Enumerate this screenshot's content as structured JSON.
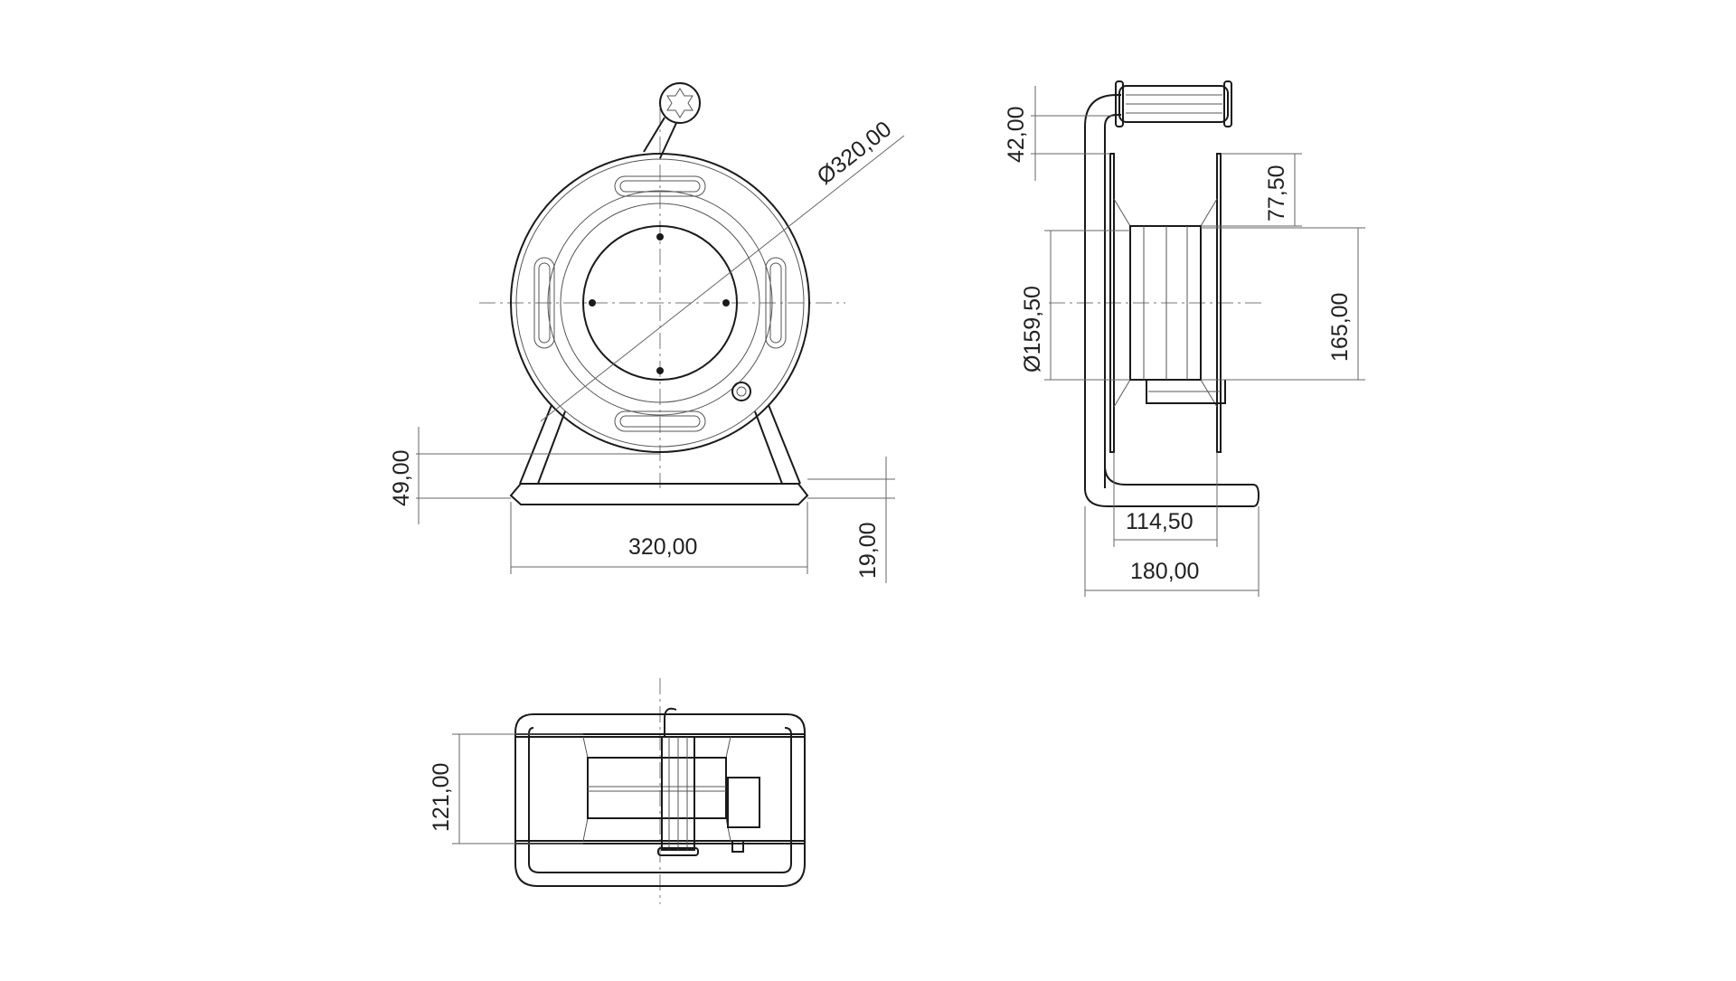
{
  "dimensions": {
    "front_diameter": "Ø320,00",
    "front_width": "320,00",
    "front_stand_height": "49,00",
    "front_base_height": "19,00",
    "side_handle_height": "42,00",
    "side_flange_offset": "77,50",
    "side_drum_diameter": "Ø159,50",
    "side_drum_height": "165,00",
    "side_drum_width": "114,50",
    "side_total_width": "180,00",
    "top_drum_length": "121,00"
  }
}
